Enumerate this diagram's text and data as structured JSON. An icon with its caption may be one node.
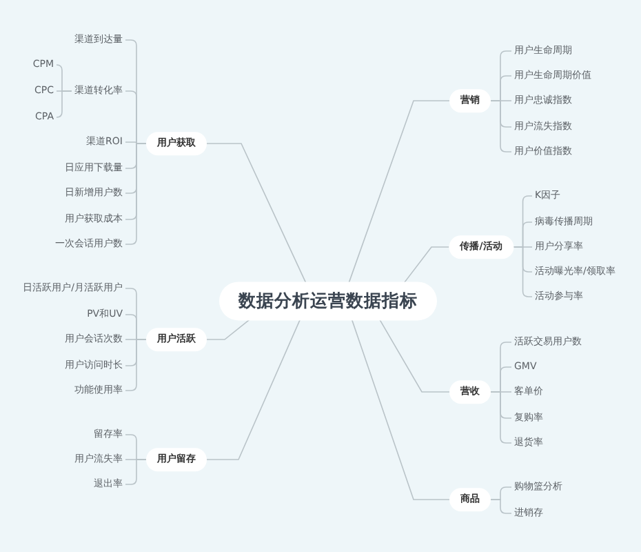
{
  "diagram": {
    "nodes": [
      {
        "text": [
          "数据分析运营数据指标"
        ]
      },
      {
        "text": [
          "用户获取"
        ]
      },
      {
        "text": [
          "渠道到达量"
        ]
      },
      {
        "text": [
          "渠道转化率"
        ]
      },
      {
        "text": [
          "CPM"
        ]
      },
      {
        "text": [
          "CPC"
        ]
      },
      {
        "text": [
          "CPA"
        ]
      },
      {
        "text": [
          "渠道ROI"
        ]
      },
      {
        "text": [
          "日应用下载量"
        ]
      },
      {
        "text": [
          "日新增用户数"
        ]
      },
      {
        "text": [
          "用户获取成本"
        ]
      },
      {
        "text": [
          "一次会话用户数"
        ]
      },
      {
        "text": [
          "用户活跃"
        ]
      },
      {
        "text": [
          "日活跃用户/月活跃用户"
        ]
      },
      {
        "text": [
          "PV和UV"
        ]
      },
      {
        "text": [
          "用户会话次数"
        ]
      },
      {
        "text": [
          "用户访问时长"
        ]
      },
      {
        "text": [
          "功能使用率"
        ]
      },
      {
        "text": [
          "用户留存"
        ]
      },
      {
        "text": [
          "留存率"
        ]
      },
      {
        "text": [
          "用户流失率"
        ]
      },
      {
        "text": [
          "退出率"
        ]
      },
      {
        "text": [
          "营销"
        ]
      },
      {
        "text": [
          "用户生命周期"
        ]
      },
      {
        "text": [
          "用户生命周期价值"
        ]
      },
      {
        "text": [
          "用户忠诚指数"
        ]
      },
      {
        "text": [
          "用户流失指数"
        ]
      },
      {
        "text": [
          "用户价值指数"
        ]
      },
      {
        "text": [
          "传播/活动"
        ]
      },
      {
        "text": [
          "K因子"
        ]
      },
      {
        "text": [
          "病毒传播周期"
        ]
      },
      {
        "text": [
          "用户分享率"
        ]
      },
      {
        "text": [
          "活动曝光率/领取率"
        ]
      },
      {
        "text": [
          "活动参与率"
        ]
      },
      {
        "text": [
          "营收"
        ]
      },
      {
        "text": [
          "活跃交易用户数"
        ]
      },
      {
        "text": [
          "GMV"
        ]
      },
      {
        "text": [
          "客单价"
        ]
      },
      {
        "text": [
          "复购率"
        ]
      },
      {
        "text": [
          "退货率"
        ]
      },
      {
        "text": [
          "商品"
        ]
      },
      {
        "text": [
          "购物篮分析"
        ]
      },
      {
        "text": [
          "进销存"
        ]
      }
    ],
    "edges": [
      {
        "from": 0,
        "to": 1,
        "arrow": "none"
      },
      {
        "from": 1,
        "to": 2,
        "arrow": "none"
      },
      {
        "from": 1,
        "to": 3,
        "arrow": "none"
      },
      {
        "from": 3,
        "to": 4,
        "arrow": "none"
      },
      {
        "from": 3,
        "to": 5,
        "arrow": "none"
      },
      {
        "from": 3,
        "to": 6,
        "arrow": "none"
      },
      {
        "from": 1,
        "to": 7,
        "arrow": "none"
      },
      {
        "from": 1,
        "to": 8,
        "arrow": "none"
      },
      {
        "from": 1,
        "to": 9,
        "arrow": "none"
      },
      {
        "from": 1,
        "to": 10,
        "arrow": "none"
      },
      {
        "from": 1,
        "to": 11,
        "arrow": "none"
      },
      {
        "from": 0,
        "to": 12,
        "arrow": "none"
      },
      {
        "from": 12,
        "to": 13,
        "arrow": "none"
      },
      {
        "from": 12,
        "to": 14,
        "arrow": "none"
      },
      {
        "from": 12,
        "to": 15,
        "arrow": "none"
      },
      {
        "from": 12,
        "to": 16,
        "arrow": "none"
      },
      {
        "from": 12,
        "to": 17,
        "arrow": "none"
      },
      {
        "from": 0,
        "to": 18,
        "arrow": "none"
      },
      {
        "from": 18,
        "to": 19,
        "arrow": "none"
      },
      {
        "from": 18,
        "to": 20,
        "arrow": "none"
      },
      {
        "from": 18,
        "to": 21,
        "arrow": "none"
      },
      {
        "from": 0,
        "to": 22,
        "arrow": "none"
      },
      {
        "from": 22,
        "to": 23,
        "arrow": "none"
      },
      {
        "from": 22,
        "to": 24,
        "arrow": "none"
      },
      {
        "from": 22,
        "to": 25,
        "arrow": "none"
      },
      {
        "from": 22,
        "to": 26,
        "arrow": "none"
      },
      {
        "from": 22,
        "to": 27,
        "arrow": "none"
      },
      {
        "from": 0,
        "to": 28,
        "arrow": "none"
      },
      {
        "from": 28,
        "to": 29,
        "arrow": "none"
      },
      {
        "from": 28,
        "to": 30,
        "arrow": "none"
      },
      {
        "from": 28,
        "to": 31,
        "arrow": "none"
      },
      {
        "from": 28,
        "to": 32,
        "arrow": "none"
      },
      {
        "from": 28,
        "to": 33,
        "arrow": "none"
      },
      {
        "from": 0,
        "to": 34,
        "arrow": "none"
      },
      {
        "from": 34,
        "to": 35,
        "arrow": "none"
      },
      {
        "from": 34,
        "to": 36,
        "arrow": "none"
      },
      {
        "from": 34,
        "to": 37,
        "arrow": "none"
      },
      {
        "from": 34,
        "to": 38,
        "arrow": "none"
      },
      {
        "from": 34,
        "to": 39,
        "arrow": "none"
      },
      {
        "from": 0,
        "to": 40,
        "arrow": "none"
      },
      {
        "from": 40,
        "to": 41,
        "arrow": "none"
      },
      {
        "from": 40,
        "to": 42,
        "arrow": "none"
      }
    ]
  }
}
